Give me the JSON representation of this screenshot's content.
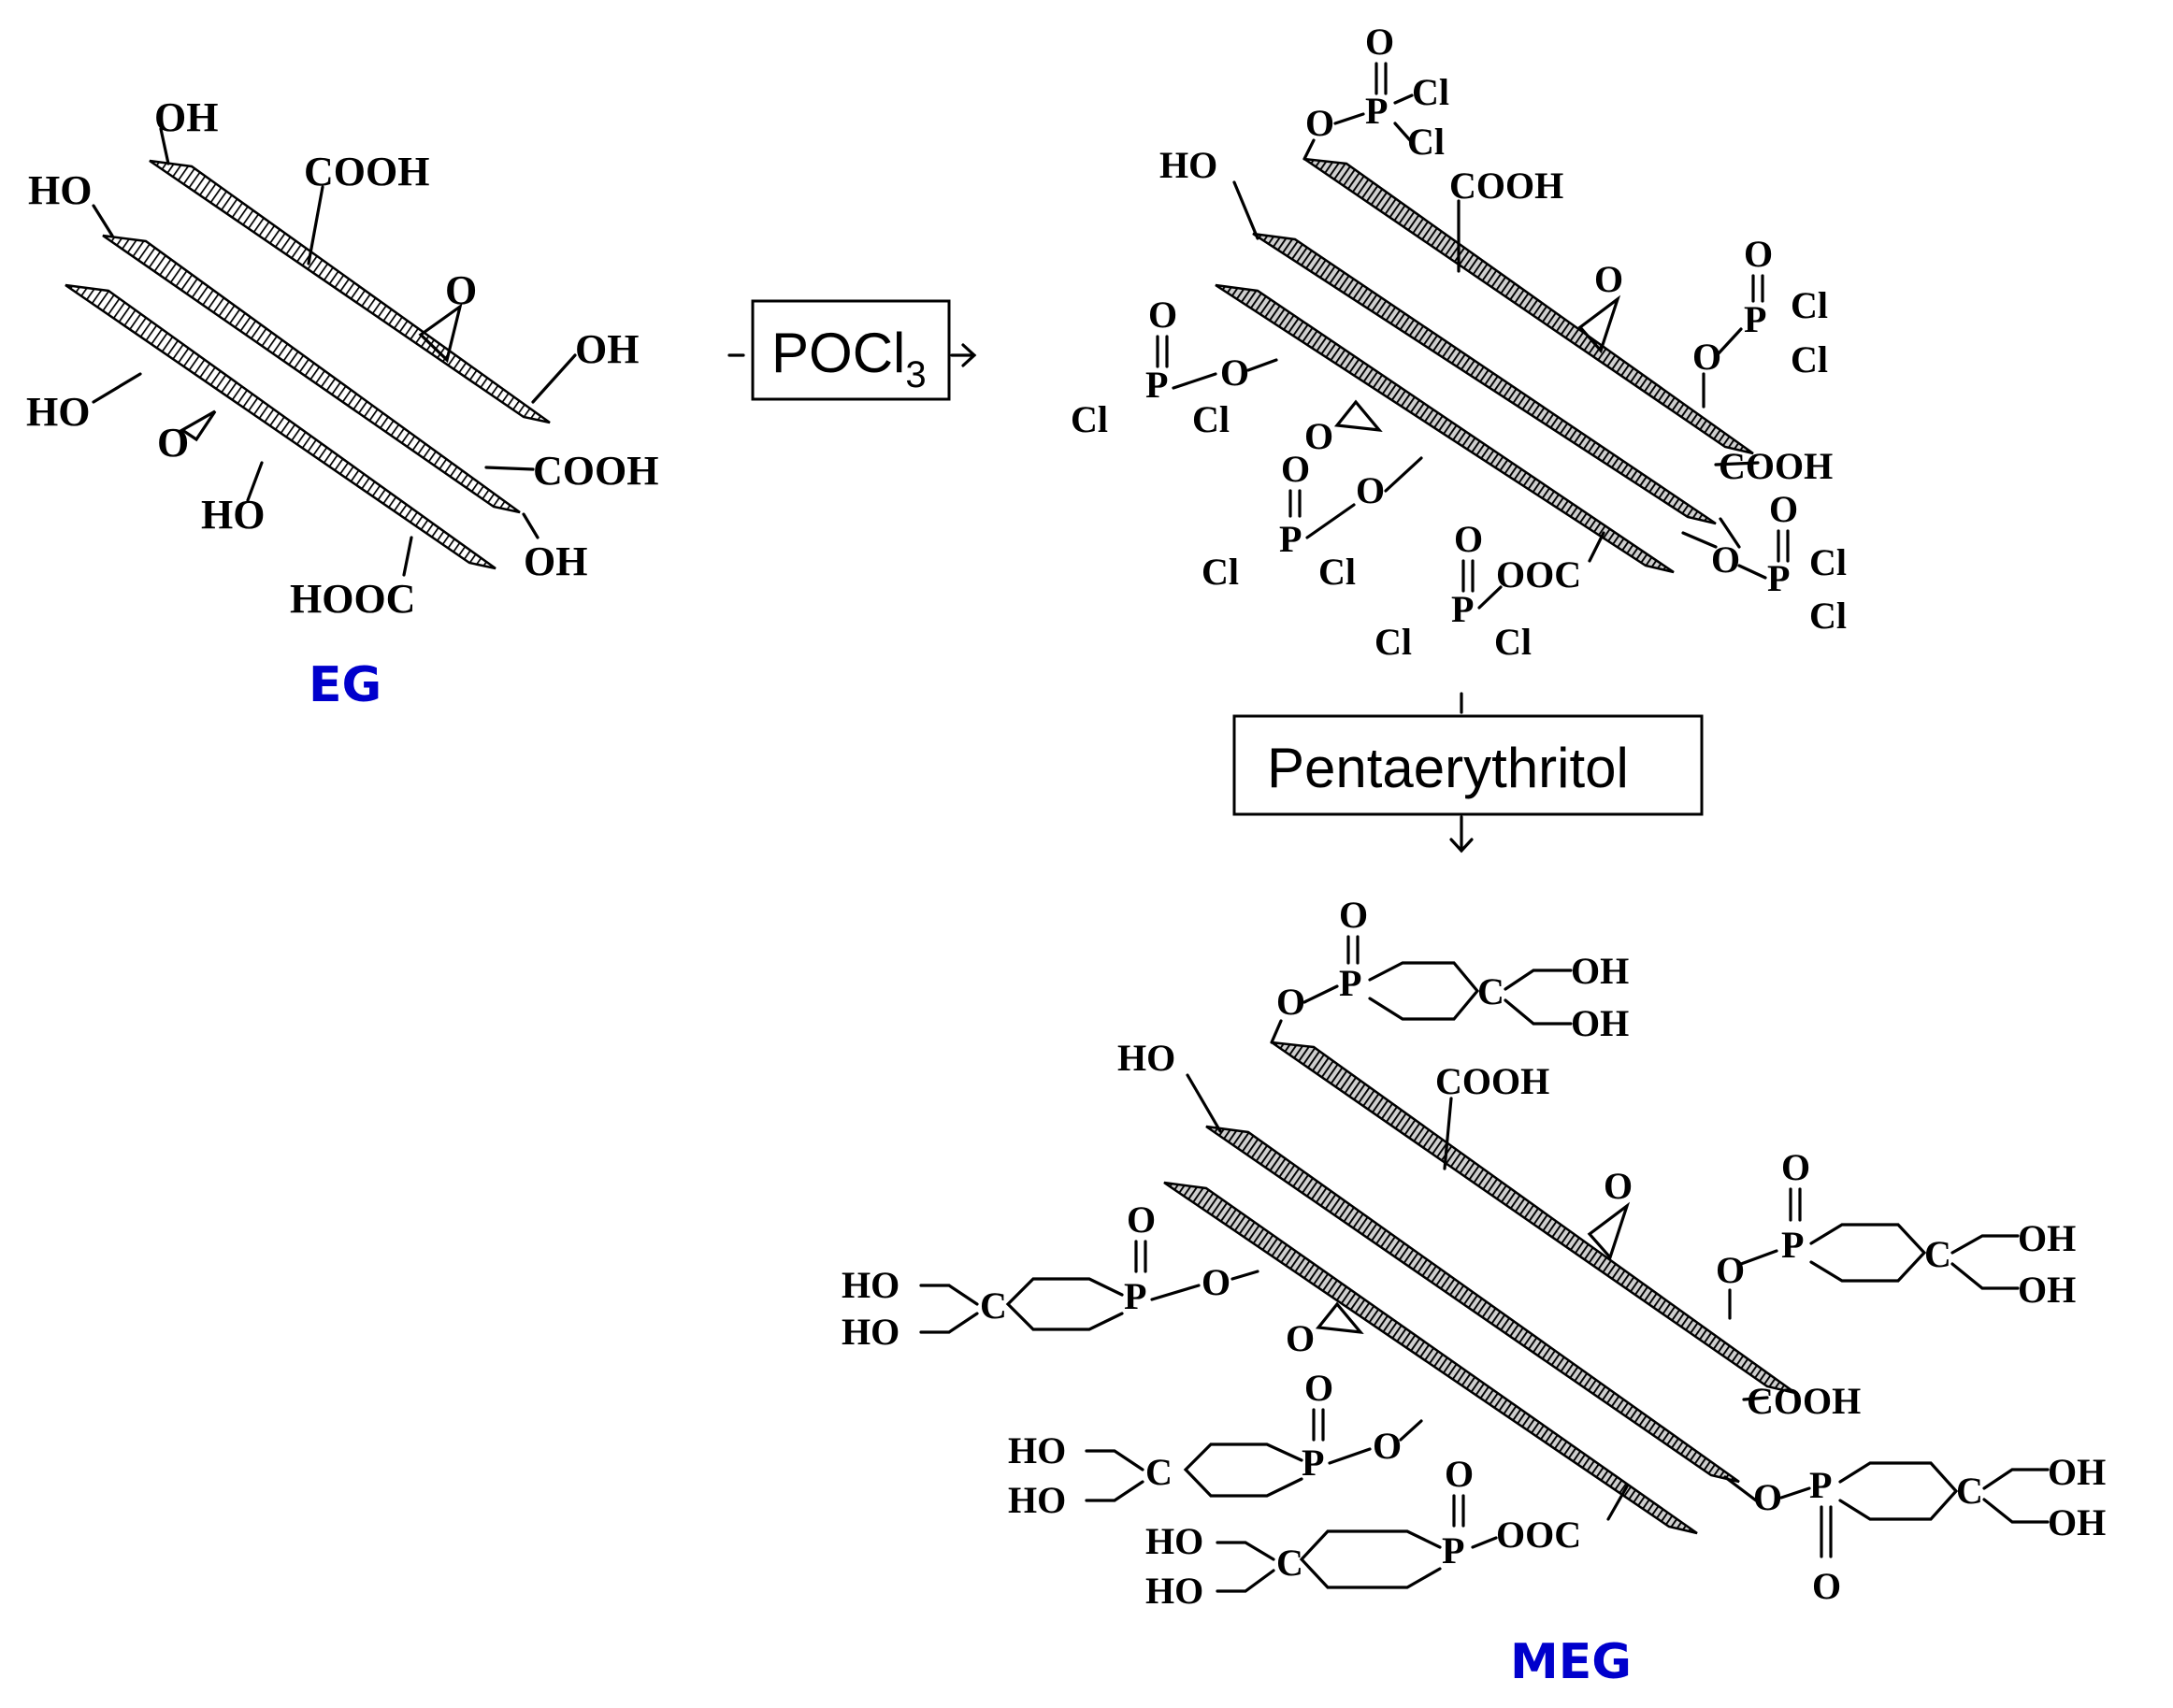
{
  "colors": {
    "label": "#0000cc",
    "ink": "#000000",
    "background": "#ffffff"
  },
  "labels": {
    "eg": "EG",
    "meg": "MEG"
  },
  "reagents": {
    "step1_main": "POCl",
    "step1_sub": "3",
    "step2": "Pentaerythritol"
  },
  "groups": {
    "OH": "OH",
    "HO": "HO",
    "COOH": "COOH",
    "HOOC": "HOOC",
    "OOC": "OOC",
    "O": "O",
    "P": "P",
    "Cl": "Cl",
    "C": "C"
  }
}
